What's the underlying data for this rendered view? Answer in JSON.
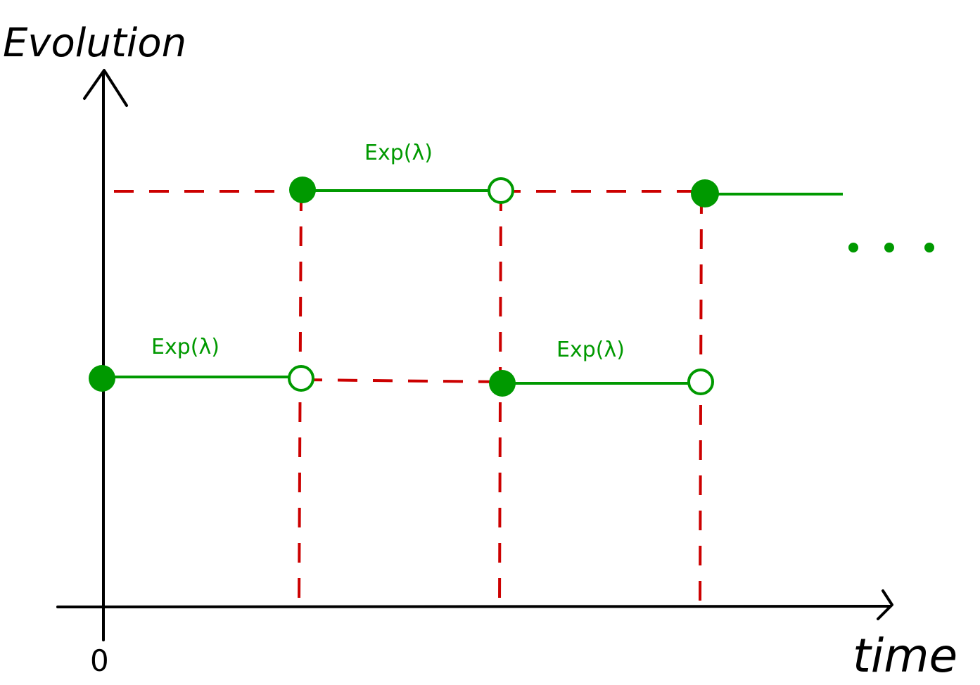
{
  "axes": {
    "y_label": "Evolution",
    "x_label": "time",
    "origin_label": "0"
  },
  "duration_labels": [
    "Exp(λ)",
    "Exp(λ)",
    "Exp(λ)"
  ],
  "continuation": "...",
  "colors": {
    "segment": "#009900",
    "guide": "#cc0000",
    "axis": "#000000"
  }
}
